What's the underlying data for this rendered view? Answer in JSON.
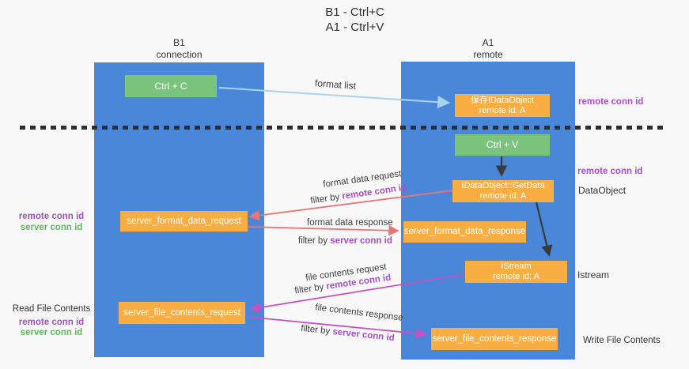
{
  "title": {
    "line1": "B1 - Ctrl+C",
    "line2": "A1 - Ctrl+V"
  },
  "lanes": {
    "left": {
      "title": "B1",
      "subtitle": "connection"
    },
    "right": {
      "title": "A1",
      "subtitle": "remote"
    }
  },
  "boxes": {
    "ctrl_c": {
      "label": "Ctrl + C"
    },
    "ctrl_v": {
      "label": "Ctrl + V"
    },
    "save_idataobject": {
      "line1": "保存IDataObject",
      "line2": "remote id: A"
    },
    "idataobject_getdata": {
      "line1": "IDataObject::GetData",
      "line2": "remote id: A"
    },
    "istream": {
      "line1": "IStream",
      "line2": "remote id: A"
    },
    "server_format_data_request": {
      "label": "server_format_data_request"
    },
    "server_format_data_response": {
      "label": "server_format_data_response"
    },
    "server_file_contents_request": {
      "label": "server_file_contents_request"
    },
    "server_file_contents_response": {
      "label": "server_file_contents_response"
    }
  },
  "arrows": {
    "format_list": {
      "label": "format list"
    },
    "format_data_request": {
      "label": "format data request",
      "filter_prefix": "filter by",
      "filter_key": "remote conn id"
    },
    "format_data_response": {
      "label": "format data response",
      "filter_prefix": "filter by",
      "filter_key": "server conn id"
    },
    "file_contents_request": {
      "label": "file contents request",
      "filter_prefix": "filter by",
      "filter_key": "remote conn id"
    },
    "file_contents_response": {
      "label": "file contents response",
      "filter_prefix": "filter by",
      "filter_key": "server conn id"
    }
  },
  "side_labels": {
    "left_format": {
      "remote": "remote conn id",
      "server": "server conn id"
    },
    "left_file": {
      "title": "Read File Contents",
      "remote": "remote conn id",
      "server": "server conn id"
    },
    "right_top": "remote conn id",
    "right_ctrlv": "remote conn id",
    "right_dataobject": "DataObject",
    "right_istream": "Istream",
    "right_write": "Write File Contents"
  },
  "colors": {
    "lane_blue": "#4b87d9",
    "box_green": "#7bc47e",
    "box_orange": "#f9ae44",
    "arrow_light_blue": "#a9d3ee",
    "arrow_red": "#e97575",
    "arrow_magenta": "#c950c0",
    "text_purple": "#a64fc4",
    "text_green": "#5eb75f"
  }
}
